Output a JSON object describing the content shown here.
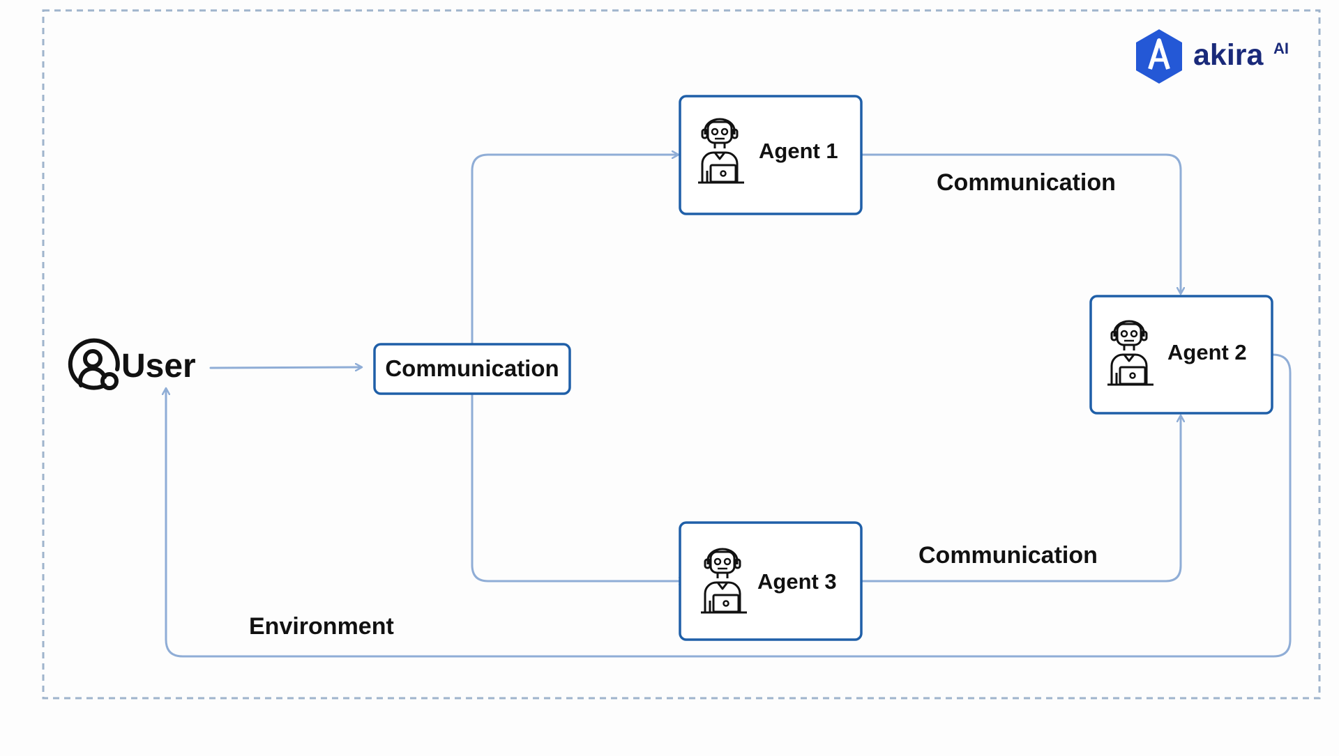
{
  "brand": {
    "name": "akira",
    "superscript": "AI",
    "logo_icon": "hexagon-a-icon",
    "color": "#2458d6"
  },
  "user": {
    "label": "User",
    "icon": "user-icon"
  },
  "hub": {
    "label": "Communication"
  },
  "agents": [
    {
      "label": "Agent 1",
      "icon": "agent-icon"
    },
    {
      "label": "Agent 2",
      "icon": "agent-icon"
    },
    {
      "label": "Agent 3",
      "icon": "agent-icon"
    }
  ],
  "edge_labels": {
    "top": "Communication",
    "bottom": "Communication",
    "environment": "Environment"
  },
  "colors": {
    "box_border": "#1f5fa8",
    "arrow": "#8fadd6",
    "frame": "#9fb4cc",
    "text": "#111111"
  }
}
